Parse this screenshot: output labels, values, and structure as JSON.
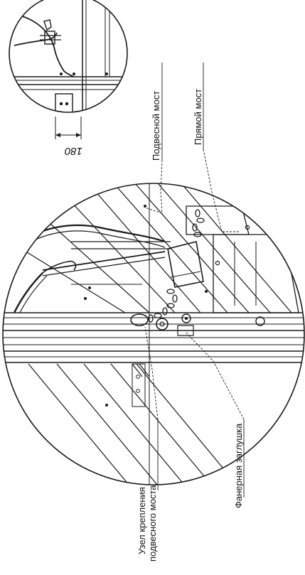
{
  "labels": {
    "suspended_bridge": "Подвесной мост",
    "straight_bridge": "Прямой мост",
    "plywood_plug": "Фанерная заглушка",
    "mount_node_line1": "Узел крепления",
    "mount_node_line2": "подвесного моста"
  },
  "dimension": {
    "value": "180"
  },
  "colors": {
    "line": "#1a1a1a",
    "background": "#ffffff"
  }
}
